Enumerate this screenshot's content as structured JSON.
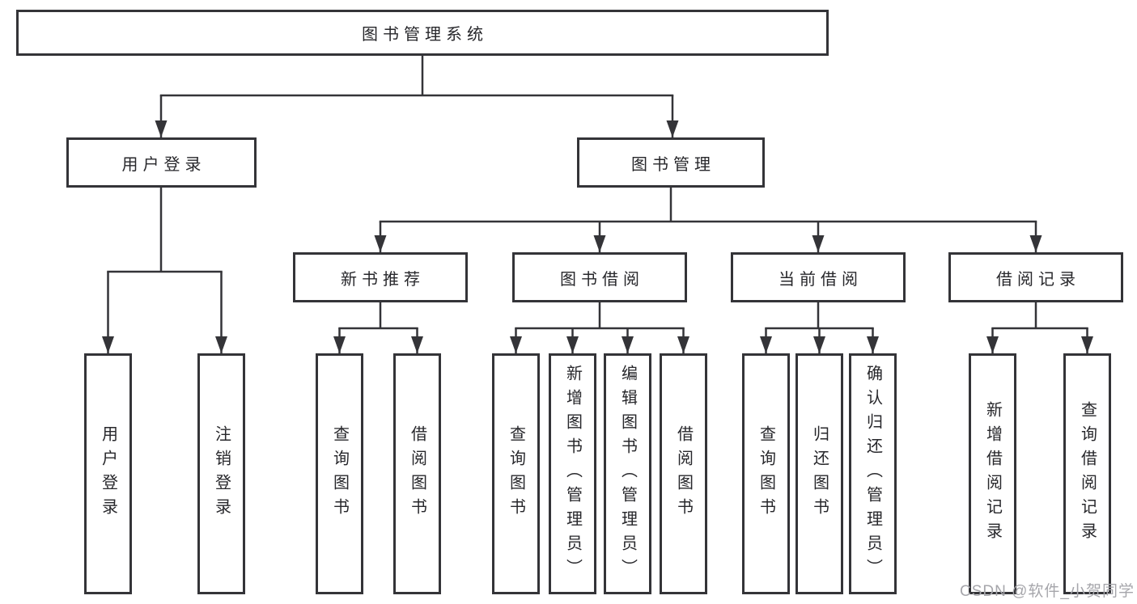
{
  "diagram": {
    "root": "图书管理系统",
    "level2": {
      "user_login": "用户登录",
      "book_management": "图书管理"
    },
    "level3": {
      "new_books": "新书推荐",
      "book_borrow": "图书借阅",
      "current_borrow": "当前借阅",
      "borrow_records": "借阅记录"
    },
    "leaves": {
      "user_login": [
        "用户登录",
        "注销登录"
      ],
      "new_books": [
        "查询图书",
        "借阅图书"
      ],
      "book_borrow": [
        "查询图书",
        "新增图书（管理员）",
        "编辑图书（管理员）",
        "借阅图书"
      ],
      "current_borrow": [
        "查询图书",
        "归还图书",
        "确认归还（管理员）"
      ],
      "borrow_records": [
        "新增借阅记录",
        "查询借阅记录"
      ]
    }
  },
  "watermark": "CSDN @软件_小贺同学",
  "colors": {
    "line": "#343438",
    "text": "#27272b",
    "background": "#ffffff",
    "watermark": "#a6a6ab"
  }
}
